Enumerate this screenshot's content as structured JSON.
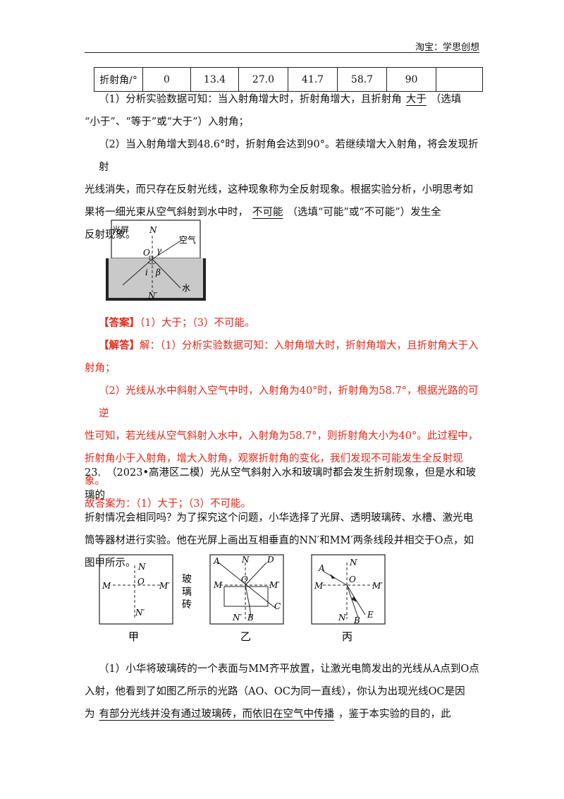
{
  "header": {
    "text": "淘宝：学思创想"
  },
  "table": {
    "row_label": "折射角/°",
    "values": [
      "0",
      "13.4",
      "27.0",
      "41.7",
      "58.7",
      "90",
      ""
    ]
  },
  "q1": {
    "prefix": "（1）分析实验数据可知：当入射角增大时，折射角增大，且折射角",
    "answer": "大于",
    "suffix": "（选填",
    "line2": "“小于”、“等于”或“大于”）入射角；"
  },
  "q2": {
    "line1": "（2）当入射角增大到48.6°时，折射角会达到90°。若继续增大入射角，将会发现折射",
    "line2": "光线消失，而只存在反射光线，这种现象称为全反射现象。根据实验分析，小明思考如",
    "line3_prefix": "果将一细光束从空气斜射到水中时，",
    "answer": "不可能",
    "line3_suffix": "（选填“可能”或“不可能”）发生全",
    "line4": "反射现象。"
  },
  "fig1": {
    "screen": "光屏",
    "N": "N",
    "air": "空气",
    "O": "O",
    "gamma": "γ",
    "i": "i",
    "beta": "β",
    "water": "水",
    "Nprime": "N′"
  },
  "answer": {
    "label": "【答案】",
    "text": "（1）大于；（3）不可能。"
  },
  "solution": {
    "label": "【解答】",
    "line1": "解：（1）分析实验数据可知：入射角增大时，折射角增大，且折射角大于入",
    "line2": "射角；",
    "line3": "（2）光线从水中斜射入空气中时，入射角为40°时，折射角为58.7°，根据光路的可逆",
    "line4": "性可知，若光线从空气斜射入水中，入射角为58.7°，则折射角大小为40°。此过程中，",
    "line5": "折射角小于入射角，增大入射角，观察折射角的变化，我们发现不可能发生全反射现象。",
    "line6": "故答案为：（1）大于；（3）不可能。"
  },
  "q23": {
    "number": "23.",
    "line1": "（2023•高港区二模）光从空气斜射入水和玻璃时都会发生折射现象，但是水和玻璃的",
    "line2": "折射情况会相同吗？为了探究这个问题，小华选择了光屏、透明玻璃砖、水槽、激光电",
    "line3": "筒等器材进行实验。他在光屏上画出互相垂直的NN′和MM′两条线段并相交于O点，如",
    "line4": "图甲所示。"
  },
  "fig2": {
    "N": "N",
    "M": "M",
    "O": "O",
    "Mprime": "M′",
    "Nprime": "N′",
    "A": "A",
    "D": "D",
    "C": "C",
    "B": "B",
    "E": "E",
    "glass": [
      "玻",
      "璃",
      "砖"
    ],
    "cap_a": "甲",
    "cap_b": "乙",
    "cap_c": "丙"
  },
  "q23_1": {
    "line1": "（1）小华将玻璃砖的一个表面与MM齐平放置，让激光电筒发出的光线从A点到O点",
    "line2": "入射，他看到了如图乙所示的光路（AO、OC为同一直线），你认为出现光线OC是因",
    "line3_prefix": "为",
    "answer": "有部分光线并没有通过玻璃砖，而依旧在空气中传播",
    "line3_suffix": "，鉴于本实验的目的，此"
  }
}
